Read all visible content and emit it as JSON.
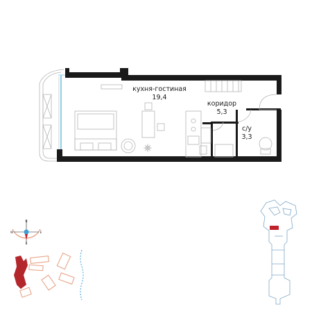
{
  "rooms": [
    {
      "name": "кухня-гостиная",
      "area": "19,4"
    },
    {
      "name": "коридор",
      "area": "5,3"
    },
    {
      "name": "с/у",
      "area": "3,3"
    }
  ],
  "compass": {
    "north": "N",
    "south": "S",
    "east": "E",
    "west": "W"
  },
  "colors": {
    "wall": "#1a1a1a",
    "furniture": "#b5b5b5",
    "highlight_unit": "#c0222b",
    "complex_highlight": "#b3262c",
    "water": "#3aa0d8",
    "window": "#8fd0e8"
  }
}
